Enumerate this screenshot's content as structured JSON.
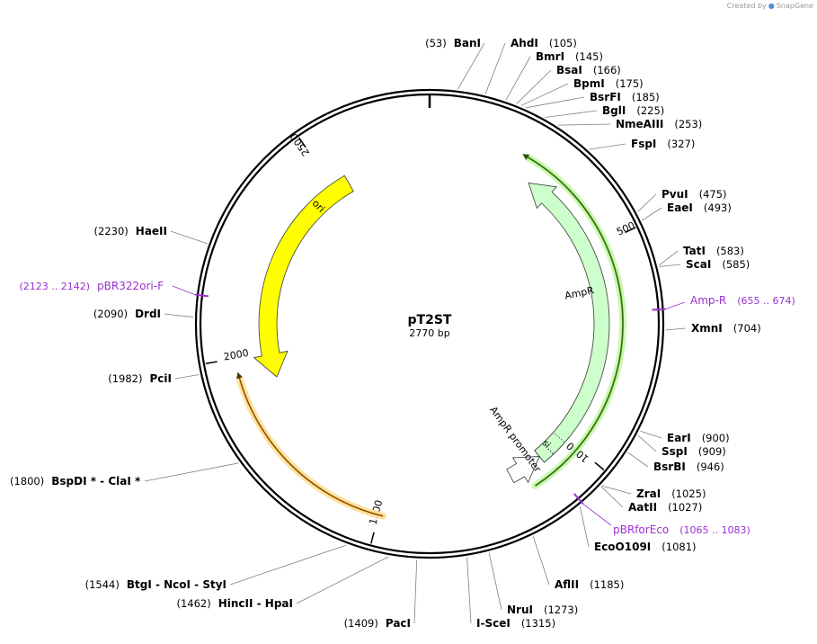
{
  "credit": {
    "prefix": "Created by",
    "brand": "SnapGene",
    "logo_icon": "snapgene-logo-icon"
  },
  "plasmid": {
    "name": "pT2ST",
    "length_label": "2770 bp",
    "length": 2770
  },
  "colors": {
    "ori": "#ffff00",
    "ampr": "#ccffcc",
    "primer": "#9b30d0",
    "primer_orange": "#f5a623"
  },
  "ticks": [
    {
      "pos": 500,
      "label": "500"
    },
    {
      "pos": 1000,
      "label": "1000"
    },
    {
      "pos": 1500,
      "label": "1500"
    },
    {
      "pos": 2000,
      "label": "2000"
    },
    {
      "pos": 2500,
      "label": "2500"
    }
  ],
  "features": [
    {
      "name": "AmpR",
      "label": "AmpR",
      "type": "gene",
      "start": 1080,
      "end": 270,
      "direction": "reverse",
      "color": "#ccffcc"
    },
    {
      "name": "ori",
      "label": "ori",
      "type": "rep_origin",
      "start": 2540,
      "end": 1930,
      "direction": "reverse",
      "color": "#ffff00"
    },
    {
      "name": "AmpR promoter",
      "label": "AmpR promoter",
      "type": "promoter",
      "start": 1170,
      "end": 1080,
      "direction": "reverse",
      "color": "#ffffff"
    },
    {
      "name": "sig",
      "label": "si…",
      "type": "sig_peptide",
      "start": 1080,
      "end": 1010,
      "direction": "reverse",
      "color": "#ccffcc"
    }
  ],
  "primer_bands": [
    {
      "label": "Amp-R primer binding (green)",
      "start": 1130,
      "end": 235,
      "color": "#5fae2e"
    },
    {
      "label": "primer binding (orange)",
      "start": 1490,
      "end": 1955,
      "color": "#f5a623"
    }
  ],
  "primers": [
    {
      "name": "pBR322ori-F",
      "range": "(2123 .. 2142)",
      "pos": 2132
    },
    {
      "name": "Amp-R",
      "range": "(655 .. 674)",
      "pos": 665
    },
    {
      "name": "pBRforEco",
      "range": "(1065 .. 1083)",
      "pos": 1074
    }
  ],
  "enzymes": [
    {
      "name": "BanI",
      "pos": "(53)",
      "site": 53
    },
    {
      "name": "AhdI",
      "pos": "(105)",
      "site": 105
    },
    {
      "name": "BmrI",
      "pos": "(145)",
      "site": 145
    },
    {
      "name": "BsaI",
      "pos": "(166)",
      "site": 166
    },
    {
      "name": "BpmI",
      "pos": "(175)",
      "site": 175
    },
    {
      "name": "BsrFI",
      "pos": "(185)",
      "site": 185
    },
    {
      "name": "BglI",
      "pos": "(225)",
      "site": 225
    },
    {
      "name": "NmeAIII",
      "pos": "(253)",
      "site": 253
    },
    {
      "name": "FspI",
      "pos": "(327)",
      "site": 327
    },
    {
      "name": "PvuI",
      "pos": "(475)",
      "site": 475
    },
    {
      "name": "EaeI",
      "pos": "(493)",
      "site": 493
    },
    {
      "name": "TatI",
      "pos": "(583)",
      "site": 583
    },
    {
      "name": "ScaI",
      "pos": "(585)",
      "site": 585
    },
    {
      "name": "XmnI",
      "pos": "(704)",
      "site": 704
    },
    {
      "name": "EarI",
      "pos": "(900)",
      "site": 900
    },
    {
      "name": "SspI",
      "pos": "(909)",
      "site": 909
    },
    {
      "name": "BsrBI",
      "pos": "(946)",
      "site": 946
    },
    {
      "name": "ZraI",
      "pos": "(1025)",
      "site": 1025
    },
    {
      "name": "AatII",
      "pos": "(1027)",
      "site": 1027
    },
    {
      "name": "EcoO109I",
      "pos": "(1081)",
      "site": 1081
    },
    {
      "name": "AflII",
      "pos": "(1185)",
      "site": 1185
    },
    {
      "name": "NruI",
      "pos": "(1273)",
      "site": 1273
    },
    {
      "name": "I-SceI",
      "pos": "(1315)",
      "site": 1315
    },
    {
      "name": "PacI",
      "pos": "(1409)",
      "site": 1409
    },
    {
      "name": "HincII  -  HpaI",
      "pos": "(1462)",
      "site": 1462
    },
    {
      "name": "BtgI  -  NcoI  -  StyI",
      "pos": "(1544)",
      "site": 1544
    },
    {
      "name": "BspDI *  -  ClaI *",
      "pos": "(1800)",
      "site": 1800
    },
    {
      "name": "PciI",
      "pos": "(1982)",
      "site": 1982
    },
    {
      "name": "DrdI",
      "pos": "(2090)",
      "site": 2090
    },
    {
      "name": "HaeII",
      "pos": "(2230)",
      "site": 2230
    }
  ]
}
